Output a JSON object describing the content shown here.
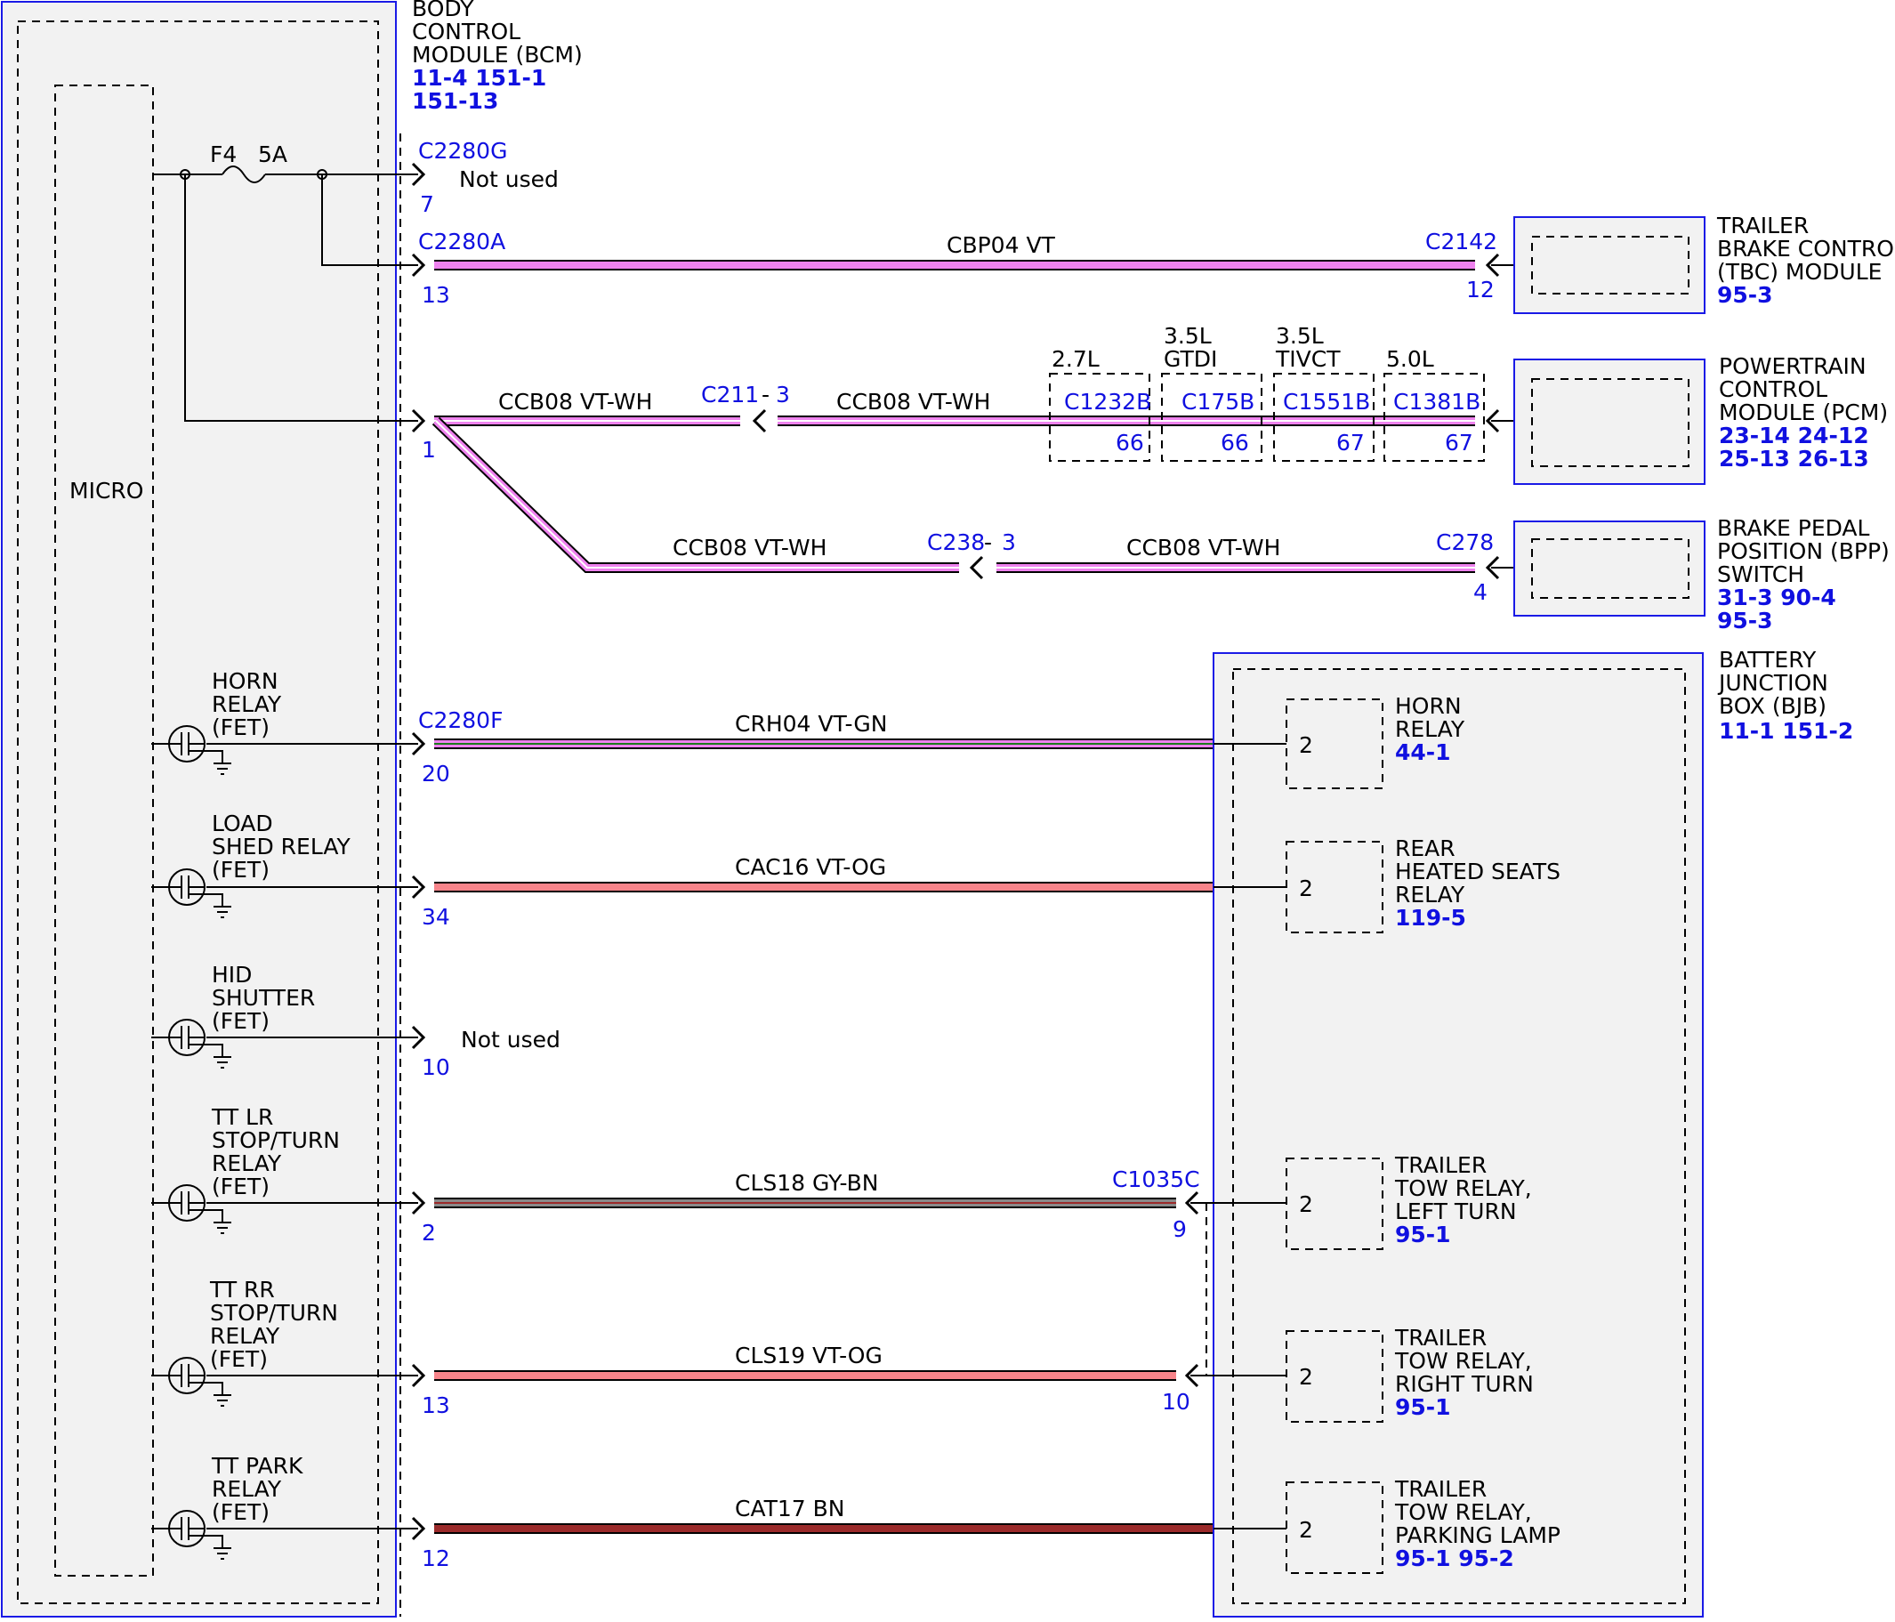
{
  "bcm": {
    "title_lines": [
      "BODY",
      "CONTROL",
      "MODULE (BCM)"
    ],
    "refs_line1": "11-4   151-1",
    "refs_line2": "151-13",
    "micro_label": "MICRO",
    "fuse_label": "F4",
    "fuse_rating": "5A"
  },
  "pins": [
    {
      "connector": "C2280G",
      "number": "7"
    },
    {
      "connector": "C2280A",
      "number": "13"
    },
    {
      "connector": "",
      "number": "1"
    },
    {
      "connector": "C2280F",
      "number": "20"
    },
    {
      "connector": "",
      "number": "34"
    },
    {
      "connector": "",
      "number": "10"
    },
    {
      "connector": "",
      "number": "2"
    },
    {
      "connector": "",
      "number": "13"
    },
    {
      "connector": "",
      "number": "12"
    }
  ],
  "not_used_label": "Not used",
  "fets": [
    {
      "lines": [
        "HORN",
        "RELAY",
        "(FET)"
      ]
    },
    {
      "lines": [
        "LOAD",
        "SHED RELAY",
        "(FET)"
      ]
    },
    {
      "lines": [
        "HID",
        "SHUTTER",
        "(FET)"
      ]
    },
    {
      "lines": [
        "TT LR",
        "STOP/TURN",
        "RELAY",
        "(FET)"
      ]
    },
    {
      "lines": [
        "TT RR",
        "STOP/TURN",
        "RELAY",
        "(FET)"
      ]
    },
    {
      "lines": [
        "TT PARK",
        "RELAY",
        "(FET)"
      ]
    }
  ],
  "wires": {
    "cbp04": "CBP04   VT",
    "ccb08_a": "CCB08   VT-WH",
    "ccb08_b": "CCB08   VT-WH",
    "ccb08_c": "CCB08   VT-WH",
    "ccb08_d": "CCB08   VT-WH",
    "crh04": "CRH04   VT-GN",
    "cac16": "CAC16   VT-OG",
    "cls18": "CLS18   GY-BN",
    "cls19": "CLS19   VT-OG",
    "cat17": "CAT17   BN"
  },
  "inline": {
    "c211": "C211",
    "c211_pin": "3",
    "c238": "C238",
    "c238_pin": "3",
    "dash": "-"
  },
  "engines": [
    {
      "label_lines": [
        "2.7L"
      ],
      "connector": "C1232B",
      "pin": "66"
    },
    {
      "label_lines": [
        "3.5L",
        "GTDI"
      ],
      "connector": "C175B",
      "pin": "66"
    },
    {
      "label_lines": [
        "3.5L",
        "TIVCT"
      ],
      "connector": "C1551B",
      "pin": "67"
    },
    {
      "label_lines": [
        "5.0L"
      ],
      "connector": "C1381B",
      "pin": "67"
    }
  ],
  "tbc": {
    "connector": "C2142",
    "pin": "12",
    "title_lines": [
      "TRAILER",
      "BRAKE CONTROL",
      "(TBC) MODULE"
    ],
    "refs": "95-3"
  },
  "pcm": {
    "title_lines": [
      "POWERTRAIN",
      "CONTROL",
      "MODULE (PCM)"
    ],
    "refs_line1": "23-14 24-12",
    "refs_line2": "25-13 26-13"
  },
  "bpp": {
    "connector": "C278",
    "pin": "4",
    "title_lines": [
      "BRAKE PEDAL",
      "POSITION (BPP)",
      "SWITCH"
    ],
    "refs_line1": "31-3   90-4",
    "refs_line2": "95-3"
  },
  "bjb": {
    "title_lines": [
      "BATTERY",
      "JUNCTION",
      "BOX (BJB)"
    ],
    "refs": "11-1   151-2",
    "connector_c1035c": "C1035C",
    "c1035c_pin_a": "9",
    "c1035c_pin_b": "10",
    "relays": [
      {
        "pin": "2",
        "lines": [
          "HORN",
          "RELAY"
        ],
        "refs": "44-1"
      },
      {
        "pin": "2",
        "lines": [
          "REAR",
          "HEATED SEATS",
          "RELAY"
        ],
        "refs": "119-5"
      },
      {
        "pin": "2",
        "lines": [
          "TRAILER",
          "TOW RELAY,",
          "LEFT TURN"
        ],
        "refs": "95-1"
      },
      {
        "pin": "2",
        "lines": [
          "TRAILER",
          "TOW RELAY,",
          "RIGHT TURN"
        ],
        "refs": "95-1"
      },
      {
        "pin": "2",
        "lines": [
          "TRAILER",
          "TOW RELAY,",
          "PARKING LAMP"
        ],
        "refs": "95-1   95-2"
      }
    ]
  },
  "colors": {
    "module_border": "#1a1ae6",
    "connector_text": "#1010e0",
    "wire_vt": "#ee82ee",
    "wire_wh_stripe": "#ffffff",
    "wire_gn_stripe": "#1c7a1c",
    "wire_og": "#f7848a",
    "wire_gy": "#8a8a8a",
    "wire_bn": "#9b2a2a",
    "box_fill": "#f2f2f2"
  }
}
